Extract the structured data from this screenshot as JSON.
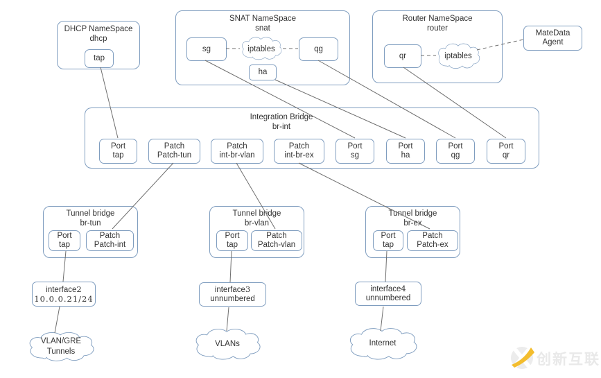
{
  "colors": {
    "box_border": "#7f9dbf",
    "connector": "#6e6e6e",
    "text": "#333333",
    "watermark_yellow": "#f3bd2e",
    "watermark_gray": "#e9e9e9"
  },
  "dhcp_namespace": {
    "title": "DHCP NameSpace",
    "name": "dhcp",
    "tap": "tap"
  },
  "snat_namespace": {
    "title": "SNAT NameSpace",
    "name": "snat",
    "sg": "sg",
    "iptables": "iptables",
    "qg": "qg",
    "ha": "ha"
  },
  "router_namespace": {
    "title": "Router NameSpace",
    "name": "router",
    "qr": "qr",
    "iptables": "iptables"
  },
  "metadata_agent": {
    "line1": "MateData",
    "line2": "Agent"
  },
  "integration_bridge": {
    "title": "Integration Bridge",
    "name": "br-int",
    "ports": [
      {
        "line1": "Port",
        "line2": "tap"
      },
      {
        "line1": "Patch",
        "line2": "Patch-tun"
      },
      {
        "line1": "Patch",
        "line2": "int-br-vlan"
      },
      {
        "line1": "Patch",
        "line2": "int-br-ex"
      },
      {
        "line1": "Port",
        "line2": "sg"
      },
      {
        "line1": "Port",
        "line2": "ha"
      },
      {
        "line1": "Port",
        "line2": "qg"
      },
      {
        "line1": "Port",
        "line2": "qr"
      }
    ]
  },
  "tunnel_bridges": [
    {
      "title": "Tunnel bridge",
      "name": "br-tun",
      "port": {
        "line1": "Port",
        "line2": "tap"
      },
      "patch": {
        "line1": "Patch",
        "line2": "Patch-int"
      }
    },
    {
      "title": "Tunnel bridge",
      "name": "br-vlan",
      "port": {
        "line1": "Port",
        "line2": "tap"
      },
      "patch": {
        "line1": "Patch",
        "line2": "Patch-vlan"
      }
    },
    {
      "title": "Tunnel bridge",
      "name": "br-ex",
      "port": {
        "line1": "Port",
        "line2": "tap"
      },
      "patch": {
        "line1": "Patch",
        "line2": "Patch-ex"
      }
    }
  ],
  "interfaces": [
    {
      "name": "interface",
      "index": "2",
      "detail": "10.0.0.21/24"
    },
    {
      "name": "interface",
      "index": "3",
      "detail": "unnumbered"
    },
    {
      "name": "interface",
      "index": "4",
      "detail": "unnumbered"
    }
  ],
  "clouds": [
    {
      "line1": "VLAN/GRE",
      "line2": "Tunnels"
    },
    {
      "line1": "VLANs"
    },
    {
      "line1": "Internet"
    }
  ],
  "watermark": {
    "brand": "创新互联"
  }
}
